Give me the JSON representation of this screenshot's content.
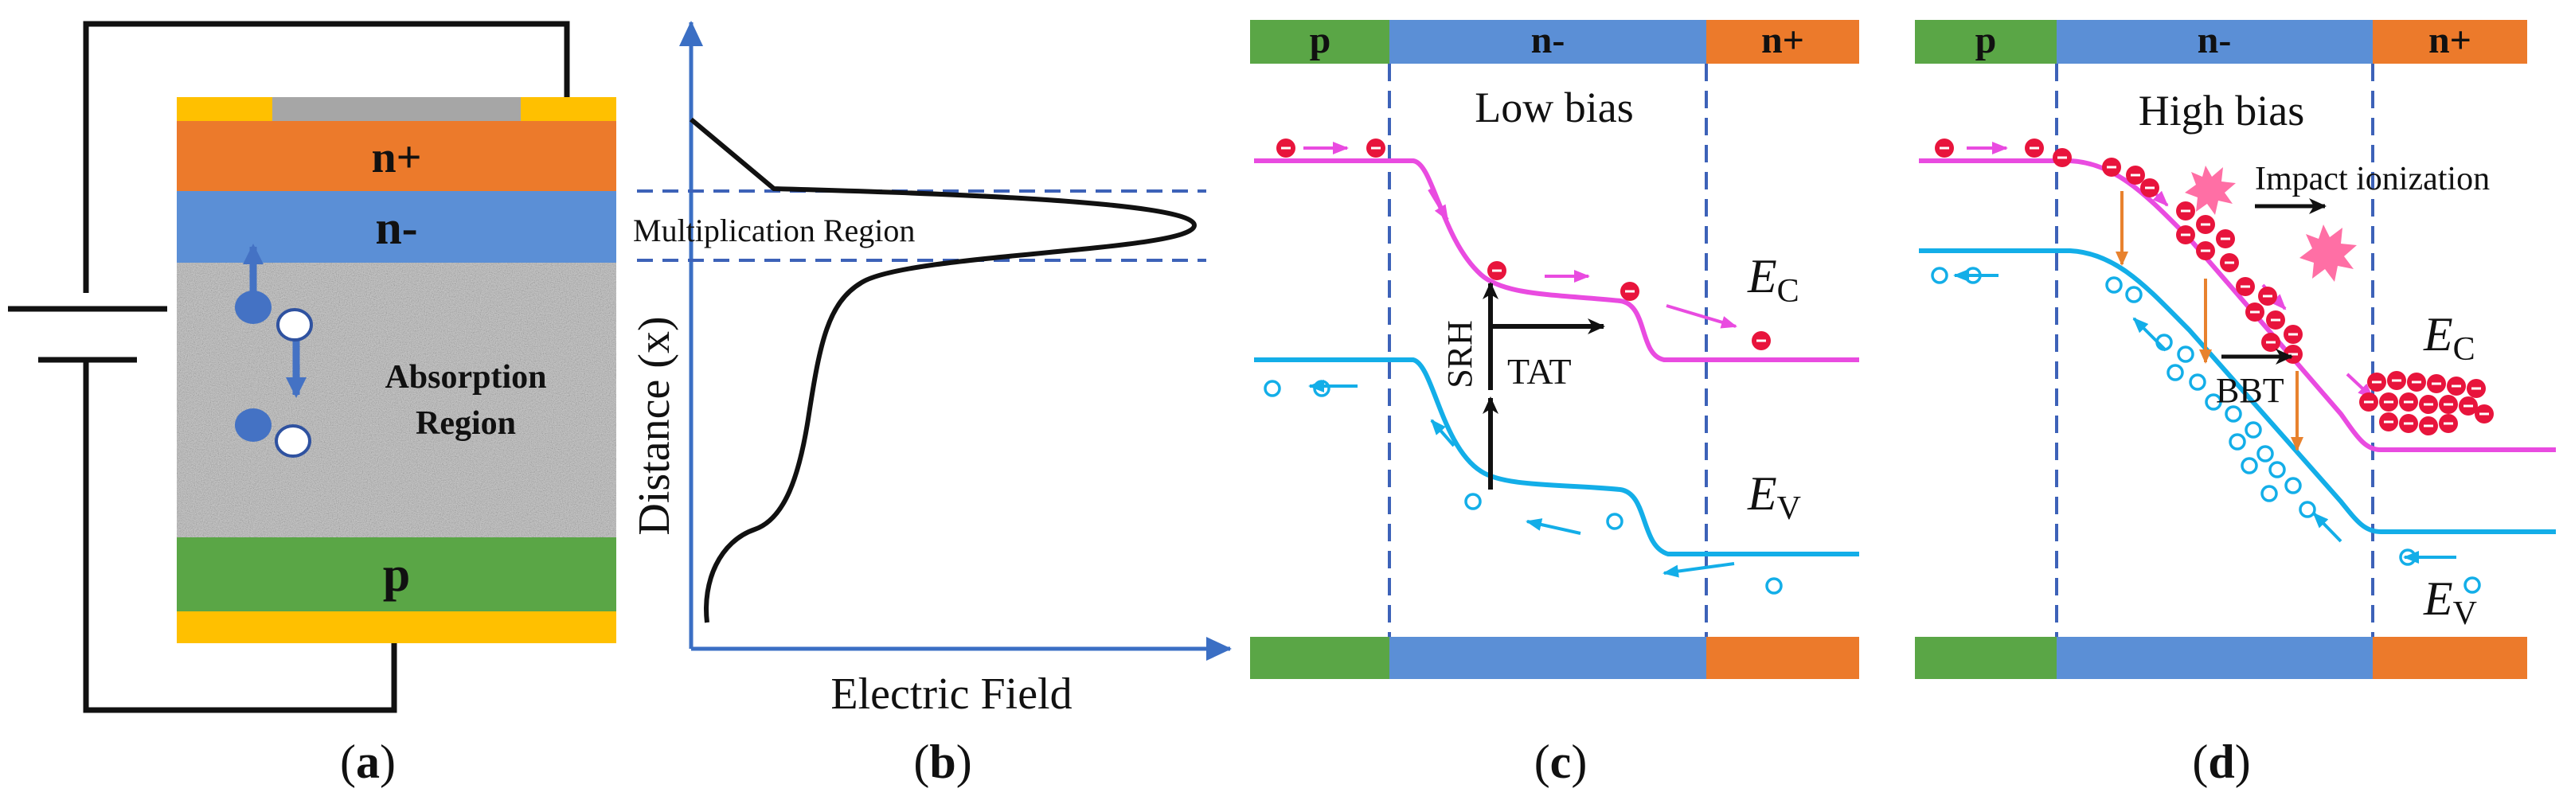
{
  "panels": {
    "a": {
      "caption": "(a)",
      "layer_n_plus": "n+",
      "layer_n_minus": "n-",
      "layer_p": "p",
      "absorption_line1": "Absorption",
      "absorption_line2": "Region"
    },
    "b": {
      "caption": "(b)",
      "y_label": "Distance (x)",
      "x_label": "Electric Field",
      "region_label": "Multiplication Region"
    },
    "c": {
      "caption": "(c)",
      "bar_p": "p",
      "bar_n_minus": "n-",
      "bar_n_plus": "n+",
      "bias_label": "Low bias",
      "ec_main": "E",
      "ec_sub": "C",
      "ev_main": "E",
      "ev_sub": "V",
      "srh": "SRH",
      "tat": "TAT"
    },
    "d": {
      "caption": "(d)",
      "bar_p": "p",
      "bar_n_minus": "n-",
      "bar_n_plus": "n+",
      "bias_label": "High bias",
      "impact": "Impact ionization",
      "bbt": "BBT",
      "ec_main": "E",
      "ec_sub": "C",
      "ev_main": "E",
      "ev_sub": "V"
    }
  },
  "colors": {
    "p_green": "#5aa646",
    "n_minus_blue": "#5b8fd6",
    "n_plus_orange": "#ec7a2b",
    "contact_yellow": "#ffc000",
    "contact_gray": "#a6a6a6",
    "conduction_magenta": "#e94be0",
    "valence_cyan": "#13aee8",
    "electron_red": "#e8143c",
    "axis_blue": "#3b6fc4",
    "dash_blue": "#3d62b8",
    "arrow_orange": "#e8822e",
    "spark_pink": "#ff6fa5"
  }
}
